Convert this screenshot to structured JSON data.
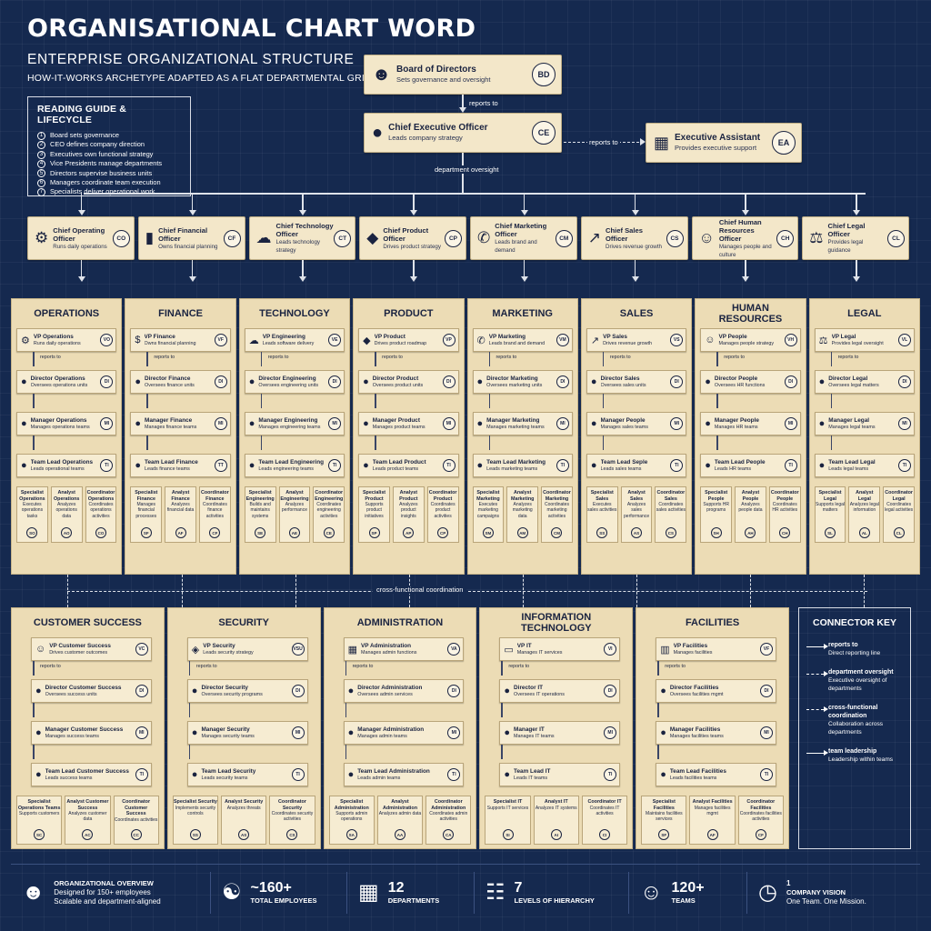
{
  "header": {
    "title": "ORGANISATIONAL CHART WORD",
    "subtitle": "ENTERPRISE ORGANIZATIONAL STRUCTURE",
    "subtitle2": "HOW-IT-WORKS ARCHETYPE ADAPTED AS A FLAT DEPARTMENTAL GRID"
  },
  "guide": {
    "title": "READING GUIDE & LIFECYCLE",
    "steps": [
      {
        "n": "1",
        "text": "Board sets governance"
      },
      {
        "n": "2",
        "text": "CEO defines company direction"
      },
      {
        "n": "3",
        "text": "Executives own functional strategy"
      },
      {
        "n": "4",
        "text": "Vice Presidents manage departments"
      },
      {
        "n": "5",
        "text": "Directors supervise business units"
      },
      {
        "n": "6",
        "text": "Managers coordinate team execution"
      },
      {
        "n": "7",
        "text": "Specialists deliver operational work"
      }
    ]
  },
  "board": {
    "title": "Board of Directors",
    "desc": "Sets governance and oversight",
    "badge": "BD",
    "icon": "group-icon"
  },
  "ceo": {
    "title": "Chief Executive Officer",
    "desc": "Leads company strategy",
    "badge": "CE",
    "icon": "person-icon"
  },
  "assistant": {
    "title": "Executive Assistant",
    "desc": "Provides executive support",
    "badge": "EA",
    "icon": "calendar-icon"
  },
  "connectors": {
    "reports_to": "reports to",
    "department_oversight": "department oversight",
    "cross_functional": "cross-functional coordination"
  },
  "executives": [
    {
      "title": "Chief Operating Officer",
      "desc": "Runs daily operations",
      "badge": "CO",
      "icon": "⚙"
    },
    {
      "title": "Chief Financial Officer",
      "desc": "Owns financial planning",
      "badge": "CF",
      "icon": "▮"
    },
    {
      "title": "Chief Technology Officer",
      "desc": "Leads technology strategy",
      "badge": "CT",
      "icon": "☁"
    },
    {
      "title": "Chief Product Officer",
      "desc": "Drives product strategy",
      "badge": "CP",
      "icon": "◆"
    },
    {
      "title": "Chief Marketing Officer",
      "desc": "Leads brand and demand",
      "badge": "CM",
      "icon": "✆"
    },
    {
      "title": "Chief Sales Officer",
      "desc": "Drives revenue growth",
      "badge": "CS",
      "icon": "↗"
    },
    {
      "title": "Chief Human Resources Officer",
      "desc": "Manages people and culture",
      "badge": "CH",
      "icon": "☺"
    },
    {
      "title": "Chief Legal Officer",
      "desc": "Provides legal guidance",
      "badge": "CL",
      "icon": "⚖"
    }
  ],
  "departments_top": [
    {
      "name": "OPERATIONS",
      "icon": "⚙",
      "roles": [
        {
          "title": "VP Operations",
          "desc": "Runs daily operations",
          "badge": "VO"
        },
        {
          "title": "Director Operations",
          "desc": "Oversees operations units",
          "badge": "DI"
        },
        {
          "title": "Manager Operations",
          "desc": "Manages operations teams",
          "badge": "MI"
        },
        {
          "title": "Team Lead Operations",
          "desc": "Leads operational teams",
          "badge": "TI"
        }
      ],
      "specialists": [
        {
          "title": "Specialist Operations",
          "desc": "Executes operations tasks",
          "badge": "SO"
        },
        {
          "title": "Analyst Operations",
          "desc": "Analyzes operations data",
          "badge": "AO"
        },
        {
          "title": "Coordinator Operations",
          "desc": "Coordinates operations activities",
          "badge": "CO"
        }
      ]
    },
    {
      "name": "FINANCE",
      "icon": "$",
      "roles": [
        {
          "title": "VP Finance",
          "desc": "Owns financial planning",
          "badge": "VF"
        },
        {
          "title": "Director Finance",
          "desc": "Oversees finance units",
          "badge": "DI"
        },
        {
          "title": "Manager Finance",
          "desc": "Manages finance teams",
          "badge": "MI"
        },
        {
          "title": "Team Lead Finance",
          "desc": "Leads finance teams",
          "badge": "TT"
        }
      ],
      "specialists": [
        {
          "title": "Specialist Finance",
          "desc": "Manages financial processes",
          "badge": "SF"
        },
        {
          "title": "Analyst Finance",
          "desc": "Analyzes financial data",
          "badge": "AF"
        },
        {
          "title": "Coordinator Finance",
          "desc": "Coordinates finance activities",
          "badge": "CF"
        }
      ]
    },
    {
      "name": "TECHNOLOGY",
      "icon": "☁",
      "roles": [
        {
          "title": "VP Engineering",
          "desc": "Leads software delivery",
          "badge": "VE"
        },
        {
          "title": "Director Engineering",
          "desc": "Oversees engineering units",
          "badge": "DI"
        },
        {
          "title": "Manager Engineering",
          "desc": "Manages engineering teams",
          "badge": "MI"
        },
        {
          "title": "Team Lead Engineering",
          "desc": "Leads engineering teams",
          "badge": "TI"
        }
      ],
      "specialists": [
        {
          "title": "Specialist Engineering",
          "desc": "Builds and maintains systems",
          "badge": "SE"
        },
        {
          "title": "Analyst Engineering",
          "desc": "Analyzes performance",
          "badge": "AE"
        },
        {
          "title": "Coordinator Engineering",
          "desc": "Coordinates engineering activities",
          "badge": "CE"
        }
      ]
    },
    {
      "name": "PRODUCT",
      "icon": "◆",
      "roles": [
        {
          "title": "VP Product",
          "desc": "Drives product roadmap",
          "badge": "VP"
        },
        {
          "title": "Director Product",
          "desc": "Oversees product units",
          "badge": "DI"
        },
        {
          "title": "Manager Product",
          "desc": "Manages product teams",
          "badge": "MI"
        },
        {
          "title": "Team Lead Product",
          "desc": "Leads product teams",
          "badge": "TI"
        }
      ],
      "specialists": [
        {
          "title": "Specialist Product",
          "desc": "Supports product initiatives",
          "badge": "SP"
        },
        {
          "title": "Analyst Product",
          "desc": "Analyzes product insights",
          "badge": "AP"
        },
        {
          "title": "Coordinator Product",
          "desc": "Coordinates product activities",
          "badge": "CP"
        }
      ]
    },
    {
      "name": "MARKETING",
      "icon": "✆",
      "roles": [
        {
          "title": "VP Marketing",
          "desc": "Leads brand and demand",
          "badge": "VM"
        },
        {
          "title": "Director Marketing",
          "desc": "Oversees marketing units",
          "badge": "DI"
        },
        {
          "title": "Manager Marketing",
          "desc": "Manages marketing teams",
          "badge": "MI"
        },
        {
          "title": "Team Lead Marketing",
          "desc": "Leads marketing teams",
          "badge": "TI"
        }
      ],
      "specialists": [
        {
          "title": "Specialist Marketing",
          "desc": "Executes marketing campaigns",
          "badge": "SM"
        },
        {
          "title": "Analyst Marketing",
          "desc": "Analyzes marketing data",
          "badge": "AM"
        },
        {
          "title": "Coordinator Marketing",
          "desc": "Coordinates marketing activities",
          "badge": "CM"
        }
      ]
    },
    {
      "name": "SALES",
      "icon": "↗",
      "roles": [
        {
          "title": "VP Sales",
          "desc": "Drives revenue growth",
          "badge": "VS"
        },
        {
          "title": "Director Sales",
          "desc": "Oversees sales units",
          "badge": "DI"
        },
        {
          "title": "Manager People",
          "desc": "Manages sales teams",
          "badge": "MI"
        },
        {
          "title": "Team Lead Seple",
          "desc": "Leads sales teams",
          "badge": "TI"
        }
      ],
      "specialists": [
        {
          "title": "Specialist Sales",
          "desc": "Executes sales activities",
          "badge": "SS"
        },
        {
          "title": "Analyst Sales",
          "desc": "Analyzes sales performance",
          "badge": "AS"
        },
        {
          "title": "Coordinator Sales",
          "desc": "Coordinates sales activities",
          "badge": "CS"
        }
      ]
    },
    {
      "name": "HUMAN RESOURCES",
      "icon": "☺",
      "roles": [
        {
          "title": "VP People",
          "desc": "Manages people strategy",
          "badge": "VH"
        },
        {
          "title": "Director People",
          "desc": "Oversees HR functions",
          "badge": "DI"
        },
        {
          "title": "Manager People",
          "desc": "Manages HR teams",
          "badge": "MI"
        },
        {
          "title": "Team Lead People",
          "desc": "Leads HR teams",
          "badge": "TI"
        }
      ],
      "specialists": [
        {
          "title": "Specialist People",
          "desc": "Supports HR programs",
          "badge": "SH"
        },
        {
          "title": "Analyst People",
          "desc": "Analyzes people data",
          "badge": "AH"
        },
        {
          "title": "Coordinator People",
          "desc": "Coordinates HR activities",
          "badge": "CH"
        }
      ]
    },
    {
      "name": "LEGAL",
      "icon": "⚖",
      "roles": [
        {
          "title": "VP Legal",
          "desc": "Provides legal oversight",
          "badge": "VL"
        },
        {
          "title": "Director Legal",
          "desc": "Oversees legal matters",
          "badge": "DI"
        },
        {
          "title": "Manager Legal",
          "desc": "Manages legal teams",
          "badge": "MI"
        },
        {
          "title": "Team Lead Legal",
          "desc": "Leads legal teams",
          "badge": "TI"
        }
      ],
      "specialists": [
        {
          "title": "Specialist Legal",
          "desc": "Supports legal matters",
          "badge": "SL"
        },
        {
          "title": "Analyst Legal",
          "desc": "Analyzes legal information",
          "badge": "AL"
        },
        {
          "title": "Coordinator Legal",
          "desc": "Coordinates legal activities",
          "badge": "CL"
        }
      ]
    }
  ],
  "departments_bottom": [
    {
      "name": "CUSTOMER SUCCESS",
      "icon": "☺",
      "roles": [
        {
          "title": "VP Customer Success",
          "desc": "Drives customer outcomes",
          "badge": "VC"
        },
        {
          "title": "Director Customer Success",
          "desc": "Oversees success units",
          "badge": "DI"
        },
        {
          "title": "Manager Customer Success",
          "desc": "Manages success teams",
          "badge": "MI"
        },
        {
          "title": "Team Lead Customer Success",
          "desc": "Leads success teams",
          "badge": "TI"
        }
      ],
      "specialists": [
        {
          "title": "Specialist Operations Teams",
          "desc": "Supports customers",
          "badge": "SC"
        },
        {
          "title": "Analyst Customer Success",
          "desc": "Analyzes customer data",
          "badge": "AC"
        },
        {
          "title": "Coordinator Customer Success",
          "desc": "Coordinates activities",
          "badge": "CC"
        }
      ]
    },
    {
      "name": "SECURITY",
      "icon": "◈",
      "roles": [
        {
          "title": "VP Security",
          "desc": "Leads security strategy",
          "badge": "VSU"
        },
        {
          "title": "Director Security",
          "desc": "Oversees security programs",
          "badge": "DI"
        },
        {
          "title": "Manager Security",
          "desc": "Manages security teams",
          "badge": "MI"
        },
        {
          "title": "Team Lead Security",
          "desc": "Leads security teams",
          "badge": "TI"
        }
      ],
      "specialists": [
        {
          "title": "Specialist Security",
          "desc": "Implements security controls",
          "badge": "SS"
        },
        {
          "title": "Analyst Security",
          "desc": "Analyzes threats",
          "badge": "AS"
        },
        {
          "title": "Coordinator Security",
          "desc": "Coordinates security activities",
          "badge": "CS"
        }
      ]
    },
    {
      "name": "ADMINISTRATION",
      "icon": "▦",
      "roles": [
        {
          "title": "VP Administration",
          "desc": "Manages admin functions",
          "badge": "VA"
        },
        {
          "title": "Director Administration",
          "desc": "Oversees admin services",
          "badge": "DI"
        },
        {
          "title": "Manager Administration",
          "desc": "Manages admin teams",
          "badge": "MI"
        },
        {
          "title": "Team Lead Administration",
          "desc": "Leads admin teams",
          "badge": "TI"
        }
      ],
      "specialists": [
        {
          "title": "Specialist Administration",
          "desc": "Supports admin operations",
          "badge": "SA"
        },
        {
          "title": "Analyst Administration",
          "desc": "Analyzes admin data",
          "badge": "AA"
        },
        {
          "title": "Coordinator Administration",
          "desc": "Coordinates admin activities",
          "badge": "CA"
        }
      ]
    },
    {
      "name": "INFORMATION TECHNOLOGY",
      "icon": "▭",
      "roles": [
        {
          "title": "VP IT",
          "desc": "Manages IT services",
          "badge": "VI"
        },
        {
          "title": "Director IT",
          "desc": "Oversees IT operations",
          "badge": "DI"
        },
        {
          "title": "Manager IT",
          "desc": "Manages IT teams",
          "badge": "MI"
        },
        {
          "title": "Team Lead IT",
          "desc": "Leads IT teams",
          "badge": "TI"
        }
      ],
      "specialists": [
        {
          "title": "Specialist IT",
          "desc": "Supports IT services",
          "badge": "SI"
        },
        {
          "title": "Analyst IT",
          "desc": "Analyzes IT systems",
          "badge": "AI"
        },
        {
          "title": "Coordinator IT",
          "desc": "Coordinates IT activities",
          "badge": "CI"
        }
      ]
    },
    {
      "name": "FACILITIES",
      "icon": "▥",
      "roles": [
        {
          "title": "VP Facilities",
          "desc": "Manages facilities",
          "badge": "VF"
        },
        {
          "title": "Director Facilities",
          "desc": "Oversees facilities mgmt",
          "badge": "DI"
        },
        {
          "title": "Manager Facilities",
          "desc": "Manages facilities teams",
          "badge": "MI"
        },
        {
          "title": "Team Lead Facilities",
          "desc": "Leads facilities teams",
          "badge": "TI"
        }
      ],
      "specialists": [
        {
          "title": "Specialist Facilities",
          "desc": "Maintains facilities services",
          "badge": "SF"
        },
        {
          "title": "Analyst Facilities",
          "desc": "Manages facilities mgmt",
          "badge": "AF"
        },
        {
          "title": "Coordinator Facilities",
          "desc": "Coordinates facilities activities",
          "badge": "CF"
        }
      ]
    }
  ],
  "key": {
    "title": "CONNECTOR KEY",
    "items": [
      {
        "title": "reports to",
        "desc": "Direct reporting line",
        "style": "solid"
      },
      {
        "title": "department oversight",
        "desc": "Executive oversight of departments",
        "style": "dashed"
      },
      {
        "title": "cross-functional coordination",
        "desc": "Collaboration across departments",
        "style": "dashed"
      },
      {
        "title": "team leadership",
        "desc": "Leadership within teams",
        "style": "solid"
      }
    ]
  },
  "footer": {
    "overview_title": "ORGANIZATIONAL OVERVIEW",
    "overview_l1": "Designed for 150+ employees",
    "overview_l2": "Scalable and department-aligned",
    "employees_value": "~160+",
    "employees_label": "TOTAL EMPLOYEES",
    "departments_value": "12",
    "departments_label": "DEPARTMENTS",
    "levels_value": "7",
    "levels_label": "LEVELS OF HIERARCHY",
    "teams_value": "120+",
    "teams_label": "TEAMS",
    "vision_value": "1",
    "vision_label": "COMPANY VISION",
    "vision_text": "One Team. One Mission."
  },
  "colors": {
    "background": "#15294f",
    "card": "#f3e7c9",
    "ink": "#1a2340"
  }
}
